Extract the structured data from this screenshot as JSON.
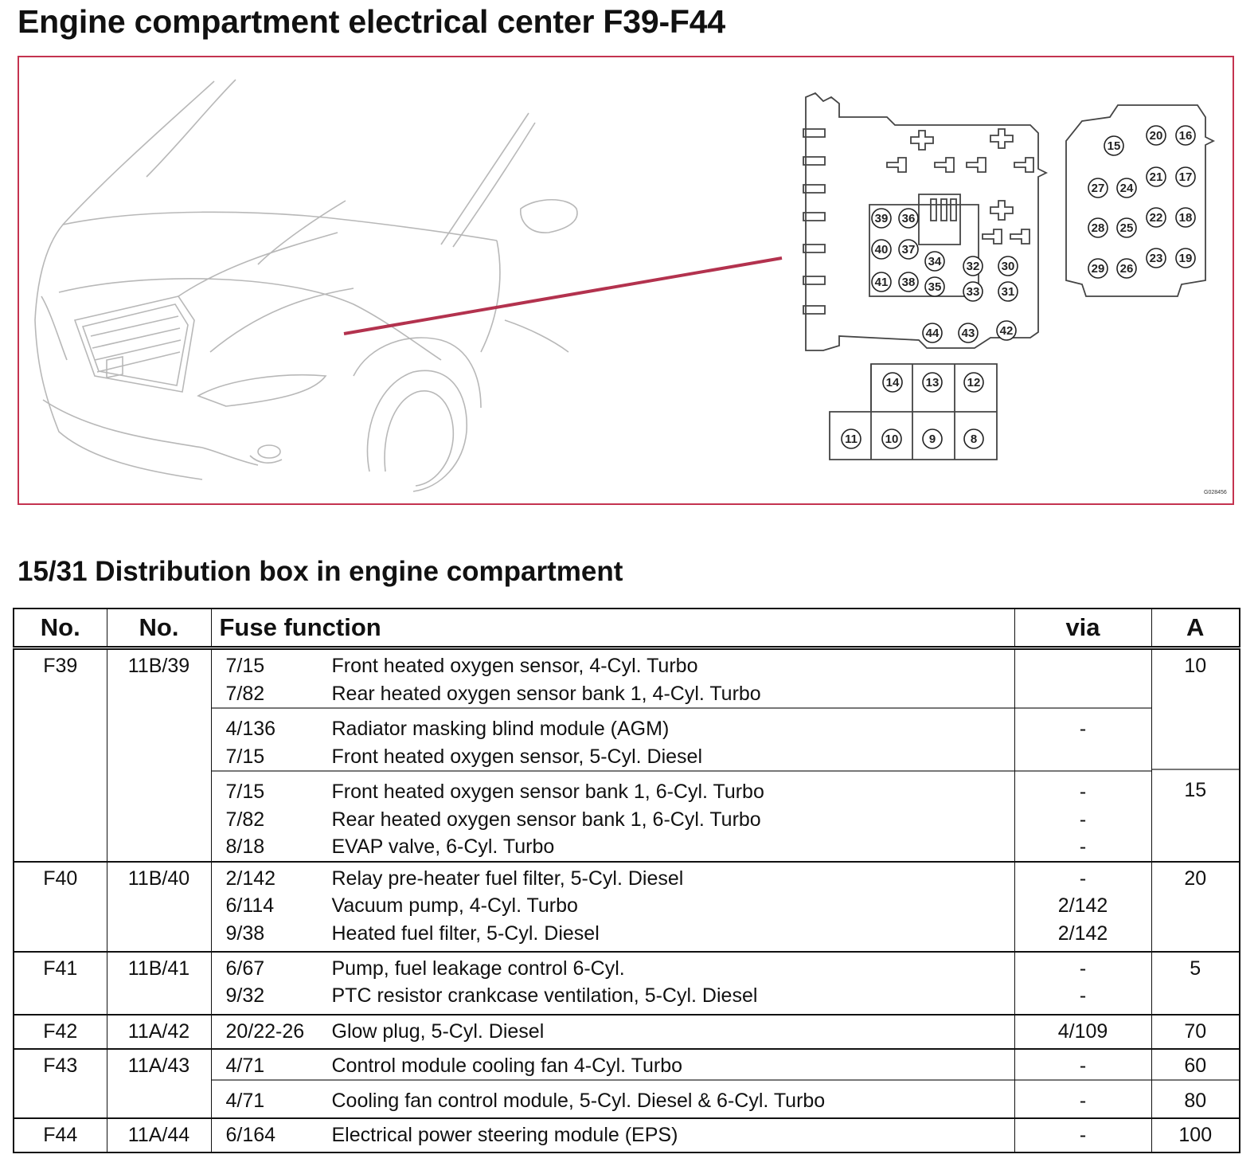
{
  "title": "Engine compartment electrical center F39-F44",
  "figure": {
    "code": "G028456",
    "fuse_box_upper": [
      "39",
      "36",
      "40",
      "37",
      "41",
      "38",
      "34",
      "35",
      "32",
      "30",
      "33",
      "31",
      "44",
      "43",
      "42"
    ],
    "fuse_box_right": [
      "15",
      "20",
      "16",
      "27",
      "24",
      "21",
      "17",
      "28",
      "25",
      "22",
      "18",
      "29",
      "26",
      "23",
      "19"
    ],
    "fuse_box_lower": [
      "14",
      "13",
      "12",
      "11",
      "10",
      "9",
      "8"
    ]
  },
  "subtitle": "15/31 Distribution box in engine compartment",
  "table": {
    "headers": {
      "no": "No.",
      "no2": "No.",
      "function": "Fuse function",
      "via": "via",
      "amp": "A"
    },
    "rows": [
      {
        "no": "F39",
        "no2": "11B/39",
        "lines": [
          {
            "code": "7/15",
            "text": "Front heated oxygen sensor, 4-Cyl. Turbo",
            "via": "",
            "amp": "10"
          },
          {
            "code": "7/82",
            "text": "Rear heated oxygen sensor bank 1, 4-Cyl. Turbo",
            "via": "",
            "amp": ""
          },
          {
            "code": "4/136",
            "text": "Radiator masking blind module (AGM)",
            "via": "-",
            "amp": ""
          },
          {
            "code": "7/15",
            "text": "Front heated oxygen sensor, 5-Cyl. Diesel",
            "via": "",
            "amp": ""
          },
          {
            "code": "7/15",
            "text": "Front heated oxygen sensor bank 1, 6-Cyl. Turbo",
            "via": "-",
            "amp": "15"
          },
          {
            "code": "7/82",
            "text": "Rear heated oxygen sensor bank 1, 6-Cyl. Turbo",
            "via": "-",
            "amp": ""
          },
          {
            "code": "8/18",
            "text": "EVAP valve, 6-Cyl. Turbo",
            "via": "-",
            "amp": ""
          }
        ]
      },
      {
        "no": "F40",
        "no2": "11B/40",
        "lines": [
          {
            "code": "2/142",
            "text": "Relay pre-heater fuel filter, 5-Cyl. Diesel",
            "via": "-",
            "amp": "20"
          },
          {
            "code": "6/114",
            "text": "Vacuum pump, 4-Cyl. Turbo",
            "via": "2/142",
            "amp": ""
          },
          {
            "code": "9/38",
            "text": "Heated fuel filter, 5-Cyl. Diesel",
            "via": "2/142",
            "amp": ""
          }
        ]
      },
      {
        "no": "F41",
        "no2": "11B/41",
        "lines": [
          {
            "code": "6/67",
            "text": "Pump, fuel leakage control 6-Cyl.",
            "via": "-",
            "amp": "5"
          },
          {
            "code": "9/32",
            "text": "PTC resistor crankcase ventilation, 5-Cyl. Diesel",
            "via": "-",
            "amp": ""
          }
        ]
      },
      {
        "no": "F42",
        "no2": "11A/42",
        "lines": [
          {
            "code": "20/22-26",
            "text": "Glow plug, 5-Cyl. Diesel",
            "via": "4/109",
            "amp": "70"
          }
        ]
      },
      {
        "no": "F43",
        "no2": "11A/43",
        "lines": [
          {
            "code": "4/71",
            "text": "Control module cooling fan 4-Cyl. Turbo",
            "via": "-",
            "amp": "60"
          },
          {
            "code": "4/71",
            "text": "Cooling fan control module, 5-Cyl. Diesel & 6-Cyl. Turbo",
            "via": "-",
            "amp": "80"
          }
        ]
      },
      {
        "no": "F44",
        "no2": "11A/44",
        "lines": [
          {
            "code": "6/164",
            "text": "Electrical power steering module (EPS)",
            "via": "-",
            "amp": "100"
          }
        ]
      }
    ]
  }
}
